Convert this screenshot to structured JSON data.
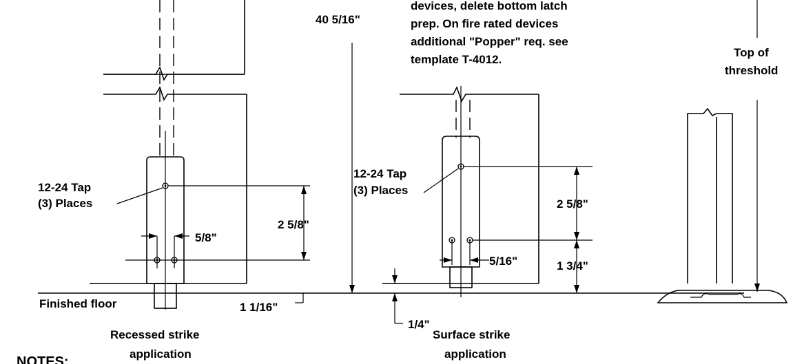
{
  "labels": {
    "note_line_1": "devices, delete bottom latch",
    "note_line_2": "prep. On fire rated devices",
    "note_line_3": "additional \"Popper\" req. see",
    "note_line_4": "template T-4012.",
    "dim_overall_height": "40 5/16\"",
    "top_of_threshold_1": "Top of",
    "top_of_threshold_2": "threshold",
    "tap_left_1": "12-24 Tap",
    "tap_left_2": "(3) Places",
    "tap_right_1": "12-24 Tap",
    "tap_right_2": "(3) Places",
    "dim_left_hole_spacing": "5/8\"",
    "dim_left_vertical": "2 5/8\"",
    "dim_right_vertical": "2 5/8\"",
    "dim_right_hole_spacing": "5/16\"",
    "dim_right_lower": "1 3/4\"",
    "finished_floor": "Finished floor",
    "dim_left_below_floor": "1 1/16\"",
    "dim_right_below_floor": "1/4\"",
    "recessed_1": "Recessed strike",
    "recessed_2": "application",
    "surface_1": "Surface strike",
    "surface_2": "application",
    "notes_heading": "NOTES:"
  }
}
